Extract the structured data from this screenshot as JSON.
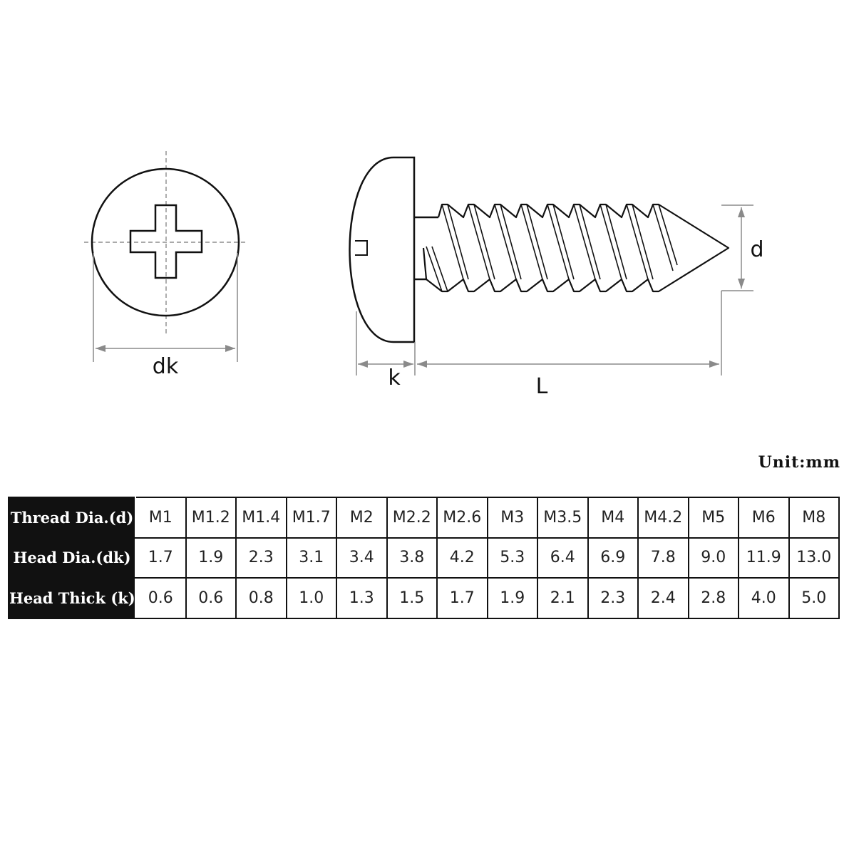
{
  "labels": {
    "dk": "dk",
    "k": "k",
    "L": "L",
    "d": "d"
  },
  "unit": "Unit:mm",
  "table": {
    "rows": [
      {
        "header": "Thread Dia.(d)",
        "values": [
          "M1",
          "M1.2",
          "M1.4",
          "M1.7",
          "M2",
          "M2.2",
          "M2.6",
          "M3",
          "M3.5",
          "M4",
          "M4.2",
          "M5",
          "M6",
          "M8"
        ]
      },
      {
        "header": "Head Dia.(dk)",
        "values": [
          "1.7",
          "1.9",
          "2.3",
          "3.1",
          "3.4",
          "3.8",
          "4.2",
          "5.3",
          "6.4",
          "6.9",
          "7.8",
          "9.0",
          "11.9",
          "13.0"
        ]
      },
      {
        "header": "Head Thick (k)",
        "values": [
          "0.6",
          "0.6",
          "0.8",
          "1.0",
          "1.3",
          "1.5",
          "1.7",
          "1.9",
          "2.1",
          "2.3",
          "2.4",
          "2.8",
          "4.0",
          "5.0"
        ]
      }
    ]
  },
  "colors": {
    "line": "#111111",
    "dimension": "#8a8a8a",
    "header_bg": "#111111",
    "header_text": "#ffffff"
  }
}
